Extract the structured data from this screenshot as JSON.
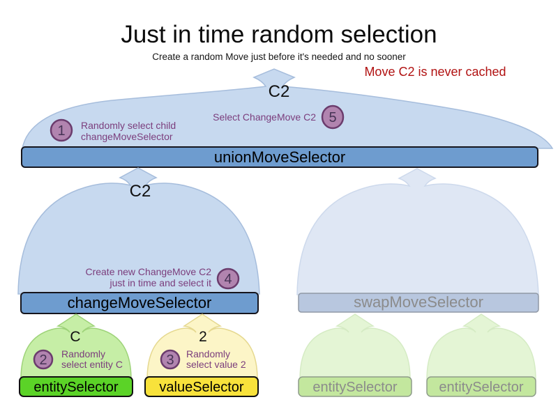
{
  "title": "Just in time random selection",
  "subtitle": "Create a random Move just before it's needed and no sooner",
  "annotations": {
    "red_note": "Move C2 is never cached"
  },
  "flow_labels": {
    "union_move": "C2",
    "change_move": "C2",
    "entity": "C",
    "value": "2"
  },
  "selectors": {
    "union": "unionMoveSelector",
    "change": "changeMoveSelector",
    "swap": "swapMoveSelector",
    "entity_active": "entitySelector",
    "value_active": "valueSelector",
    "entity_faded_1": "entitySelector",
    "entity_faded_2": "entitySelector"
  },
  "steps": {
    "s1": {
      "num": "1",
      "line1": "Randomly select child",
      "line2": "changeMoveSelector"
    },
    "s2": {
      "num": "2",
      "line1": "Randomly",
      "line2": "select entity C"
    },
    "s3": {
      "num": "3",
      "line1": "Randomly",
      "line2": "select value 2"
    },
    "s4": {
      "num": "4",
      "line1": "Create new ChangeMove C2",
      "line2": "just in time and select it"
    },
    "s5": {
      "num": "5",
      "line1": "Select ChangeMove C2"
    }
  },
  "colors": {
    "blue_bar": "#6e9ccf",
    "blue_funnel": "#c7d9ef",
    "faded_blue_bar": "#b8c7df",
    "faded_blue_funnel": "#dfe7f4",
    "green_bar": "#5bd327",
    "green_funnel": "#c6eea6",
    "faded_green_bar": "#c3e79e",
    "faded_green_funnel": "#e4f5d5",
    "yellow_bar": "#f8e23b",
    "yellow_funnel": "#fcf5c7",
    "step_circle": "#b184af",
    "step_circle_border": "#6b3c6d",
    "step_text": "#7b3d7c",
    "red_note": "#b11212"
  }
}
